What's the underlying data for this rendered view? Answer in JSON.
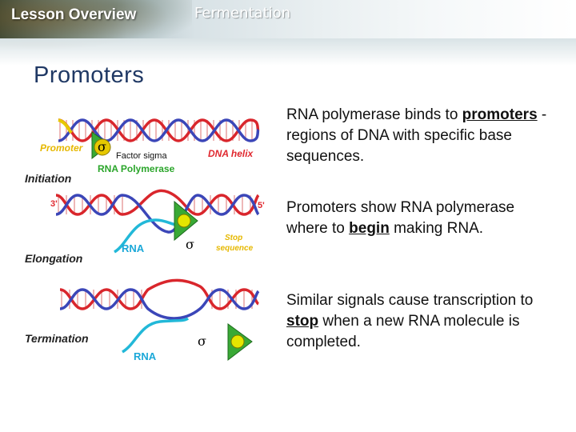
{
  "header": {
    "lesson_label": "Lesson Overview",
    "topic": "Fermentation"
  },
  "slide_title": "Promoters",
  "paragraphs": [
    {
      "before": "RNA polymerase binds to ",
      "key": "promoters",
      "after": " - regions of DNA with specific base sequences."
    },
    {
      "before": "Promoters show RNA polymerase where to ",
      "key": "begin",
      "after": " making RNA."
    },
    {
      "before": "Similar signals cause transcription to ",
      "key": "stop",
      "after": " when a new RNA molecule is completed."
    }
  ],
  "diagram": {
    "stages": [
      "Initiation",
      "Elongation",
      "Termination"
    ],
    "labels": {
      "promoter": "Promoter",
      "sigma": "σ",
      "factor_sigma": "Factor sigma",
      "dna_helix": "DNA helix",
      "rna_polymerase": "RNA Polymerase",
      "three_prime": "3'",
      "five_prime": "5'",
      "rna": "RNA",
      "stop_line1": "Stop",
      "stop_line2": "sequence"
    },
    "colors": {
      "strand_red": "#d9262c",
      "strand_blue": "#3b46b8",
      "rna_cyan": "#22b8d8",
      "polymerase_green": "#39a935",
      "label_red": "#e0282f",
      "label_yellow": "#e6b800",
      "label_green": "#2aa52a",
      "label_cyan": "#1ba8d8"
    }
  }
}
